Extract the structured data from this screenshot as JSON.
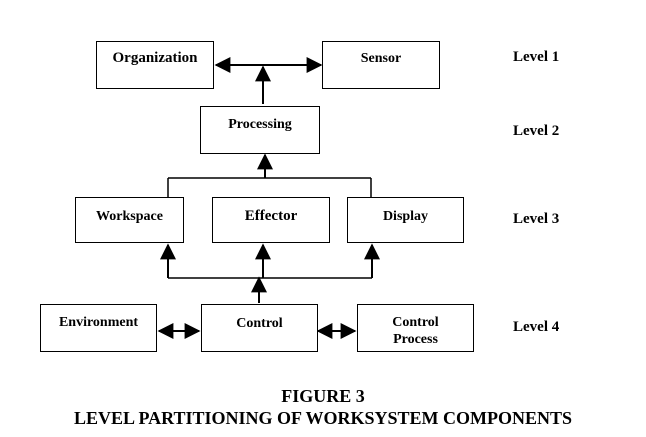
{
  "nodes": {
    "organization": "Organization",
    "sensor": "Sensor",
    "processing": "Processing",
    "workspace": "Workspace",
    "effector": "Effector",
    "display": "Display",
    "environment": "Environment",
    "control": "Control",
    "control_process": "Control Process"
  },
  "levels": {
    "l1": "Level 1",
    "l2": "Level 2",
    "l3": "Level 3",
    "l4": "Level 4"
  },
  "caption": {
    "figure": "FIGURE 3",
    "title": "LEVEL PARTITIONING OF WORKSYSTEM COMPONENTS"
  }
}
